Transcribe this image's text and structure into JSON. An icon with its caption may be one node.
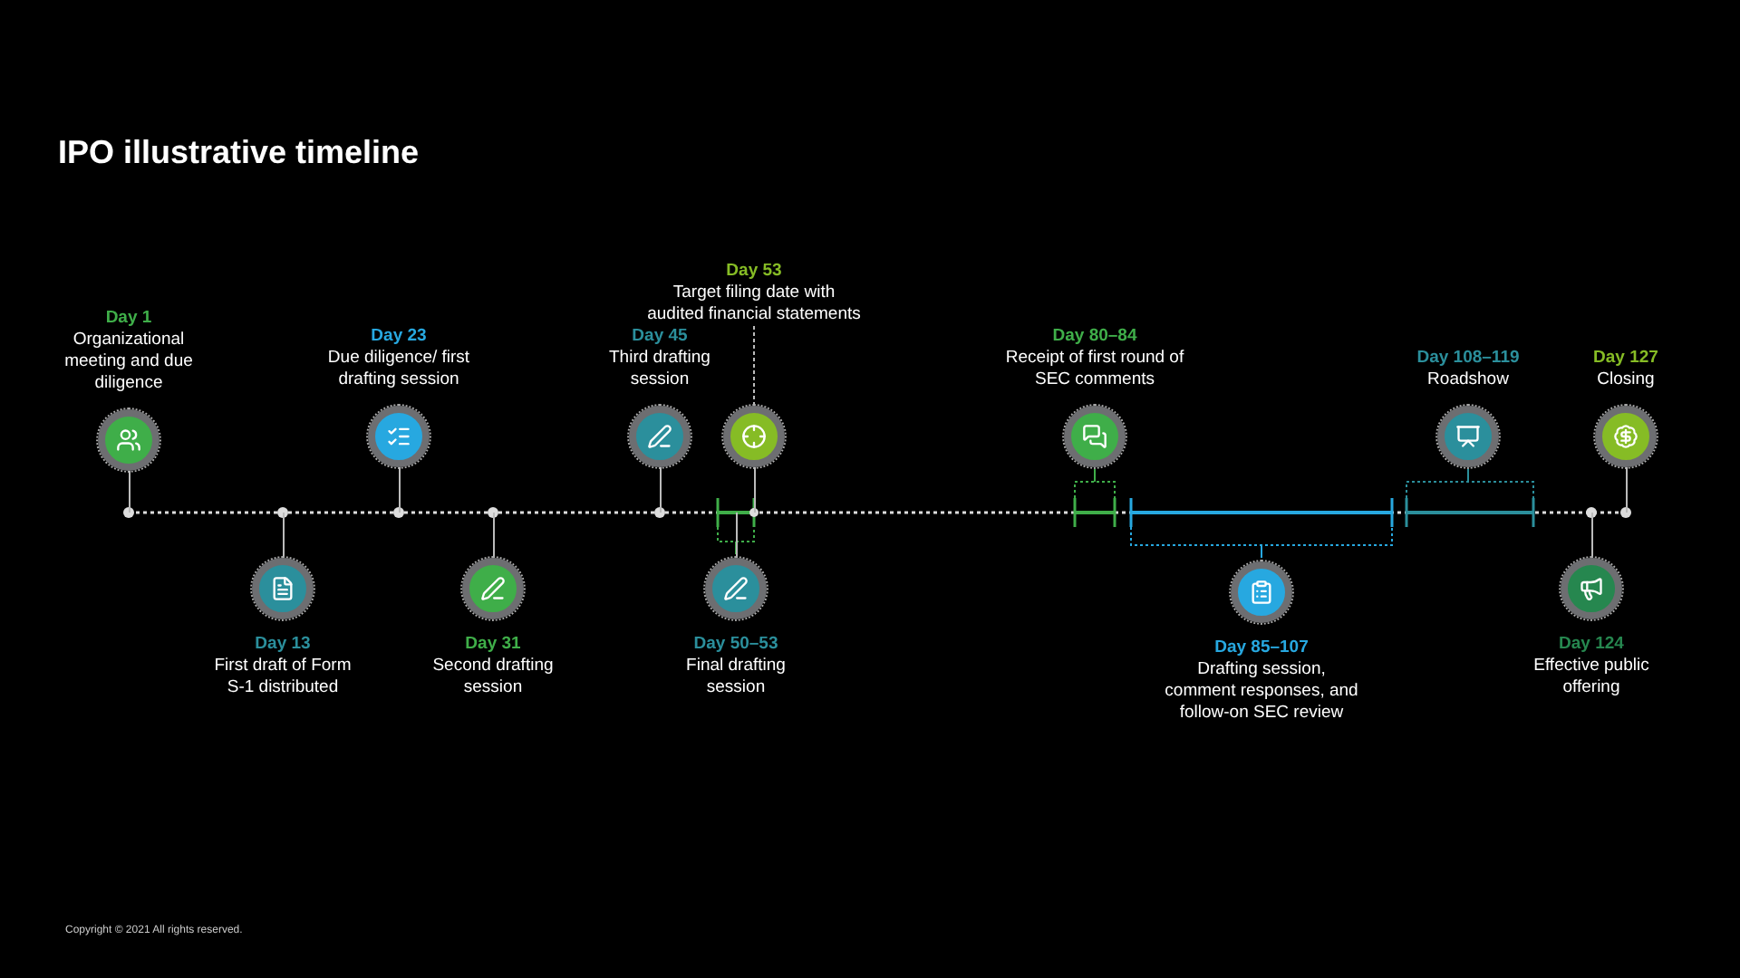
{
  "diagram": {
    "title": "IPO illustrative timeline",
    "nodes": [
      {
        "text": [
          "Day 1",
          "Organizational meeting and due diligence"
        ]
      },
      {
        "text": [
          "Day 13",
          "First draft of Form S-1 distributed"
        ]
      },
      {
        "text": [
          "Day 23",
          "Due diligence/ first drafting session"
        ]
      },
      {
        "text": [
          "Day 31",
          "Second drafting session"
        ]
      },
      {
        "text": [
          "Day 45",
          "Third drafting session"
        ]
      },
      {
        "text": [
          "Day 53",
          "Target filing date with audited financial statements"
        ]
      },
      {
        "text": [],
        "shape": "circle"
      },
      {
        "text": [
          "Day 50–53",
          "Final drafting session"
        ]
      },
      {
        "text": [
          "Day 80–84",
          "Receipt of first round of  SEC comments"
        ]
      },
      {
        "text": [
          "Day 85–107",
          "Drafting session, comment responses, and follow-on SEC review"
        ]
      },
      {
        "text": [
          "Day 108–119",
          "Roadshow"
        ]
      },
      {
        "text": [
          "Day 124",
          "Effective public offering"
        ]
      },
      {
        "text": [
          "Day 127",
          "Closing"
        ]
      }
    ],
    "edges": [
      {
        "from": 5,
        "to": 6,
        "arrow": "none",
        "style": "dashed"
      }
    ],
    "labels": [
      "Copyright © 2021 All rights reserved."
    ]
  }
}
